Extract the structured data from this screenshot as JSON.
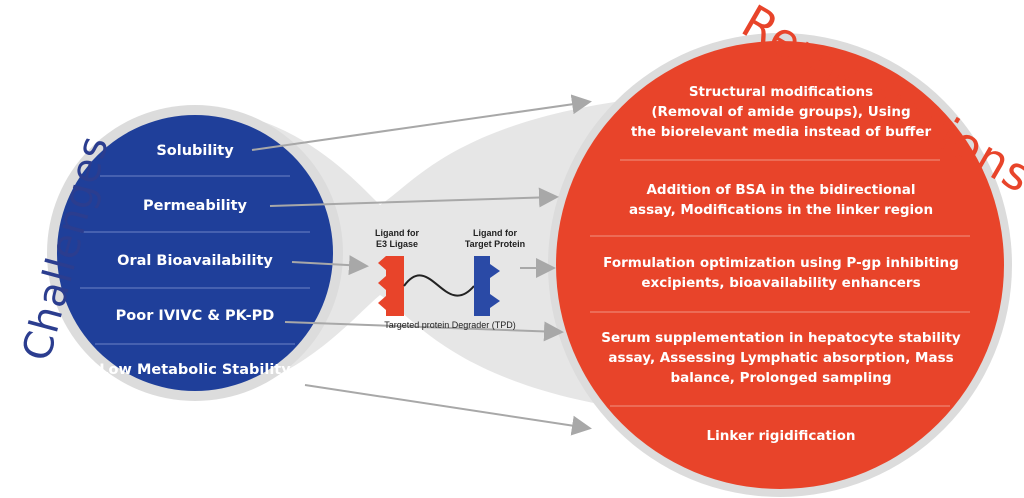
{
  "challenges": {
    "title": "Challenges",
    "items": [
      "Solubility",
      "Permeability",
      "Oral Bioavailability",
      "Poor IVIVC & PK-PD",
      "Low Metabolic Stability"
    ]
  },
  "remediations": {
    "title": "Remediations",
    "items": [
      [
        "Structural modifications",
        "(Removal of amide groups), Using",
        "the biorelevant media instead of buffer"
      ],
      [
        "Addition of BSA in the bidirectional",
        "assay, Modifications in the linker region"
      ],
      [
        "Formulation optimization using P-gp inhibiting",
        "excipients, bioavailability enhancers"
      ],
      [
        "Serum supplementation in hepatocyte stability",
        "assay, Assessing Lymphatic absorption, Mass",
        "balance, Prolonged sampling"
      ],
      [
        "Linker rigidification"
      ]
    ]
  },
  "tpd": {
    "ligand_e3": [
      "Ligand for",
      "E3 Ligase"
    ],
    "ligand_target": [
      "Ligand for",
      "Target Protein"
    ],
    "caption": "Targeted protein Degrader (TPD)"
  },
  "colors": {
    "challenge_circle": "#1f3f9a",
    "remediation_circle": "#e8442a",
    "bridge": "#e6e6e6",
    "arrow": "#a8a8a8",
    "challenges_title": "#2b3d8f",
    "remediations_title": "#e8442a"
  }
}
